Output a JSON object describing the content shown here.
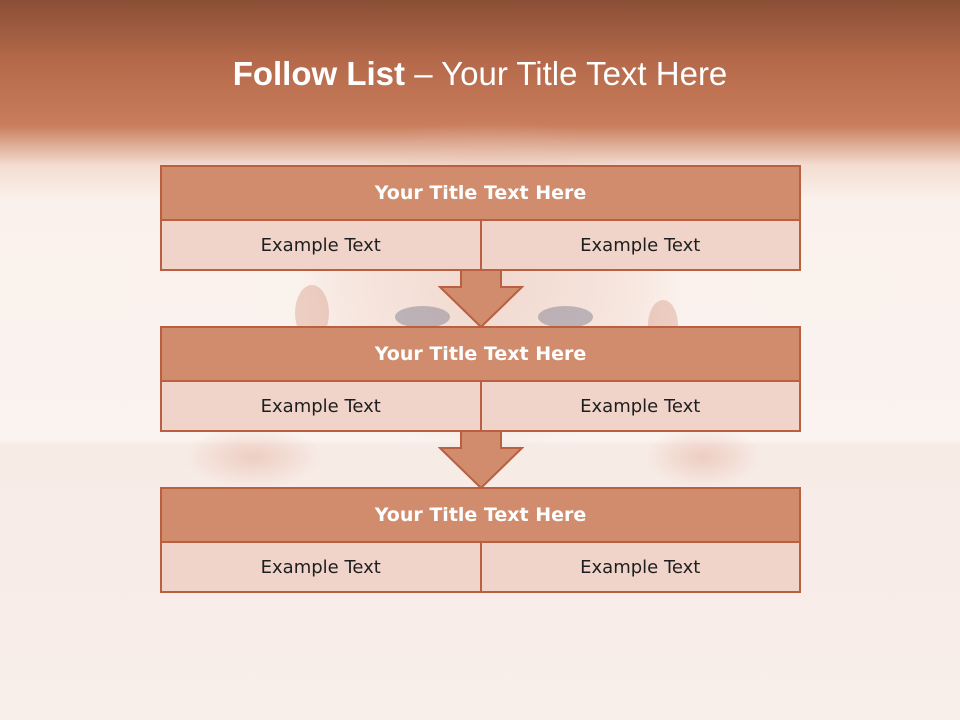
{
  "slide": {
    "title_bold": "Follow List",
    "title_rest": " – Your Title Text Here"
  },
  "blocks": [
    {
      "title": "Your Title Text Here",
      "left": "Example Text",
      "right": "Example Text"
    },
    {
      "title": "Your Title Text Here",
      "left": "Example Text",
      "right": "Example Text"
    },
    {
      "title": "Your Title Text Here",
      "left": "Example Text",
      "right": "Example Text"
    }
  ],
  "colors": {
    "header": "#c97d5c",
    "block_fill": "#d18c6d",
    "cell_fill": "#f0d4ca",
    "border": "#b8603f"
  }
}
